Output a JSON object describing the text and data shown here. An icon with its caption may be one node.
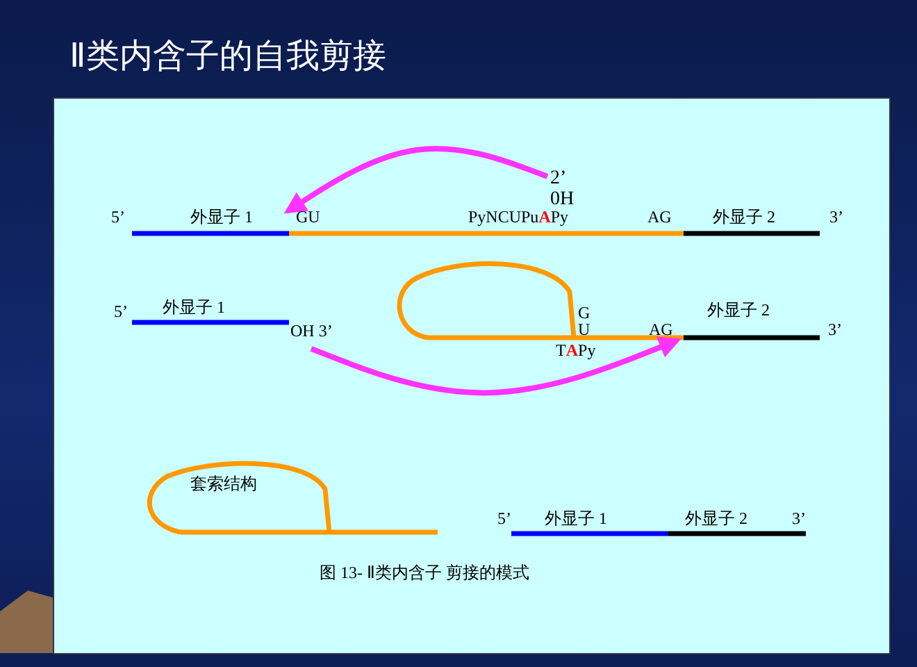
{
  "diagram": {
    "title": "Ⅱ类内含子的自我剪接",
    "caption": "图 13- Ⅱ类内含子 剪接的模式",
    "nodes": [
      {
        "text": [
          "2’ 0H"
        ]
      },
      {
        "text": [
          "GU"
        ]
      },
      {
        "text": [
          "OH 3’"
        ]
      },
      {
        "text": [
          "AG"
        ]
      }
    ],
    "edges": [
      {
        "from": 0,
        "to": 1,
        "arrow": "to"
      },
      {
        "from": 2,
        "to": 3,
        "arrow": "to"
      }
    ],
    "labels": [
      "5’",
      "外显子 1",
      "PyNCUPu**A**Py",
      "AG",
      "外显子 2",
      "3’",
      "5’",
      "外显子 1",
      "G",
      "外显子 2",
      "U",
      "3’",
      "T**A**Py",
      "套索结构",
      "5’",
      "外显子 1",
      "外显子 2",
      "3’"
    ]
  }
}
